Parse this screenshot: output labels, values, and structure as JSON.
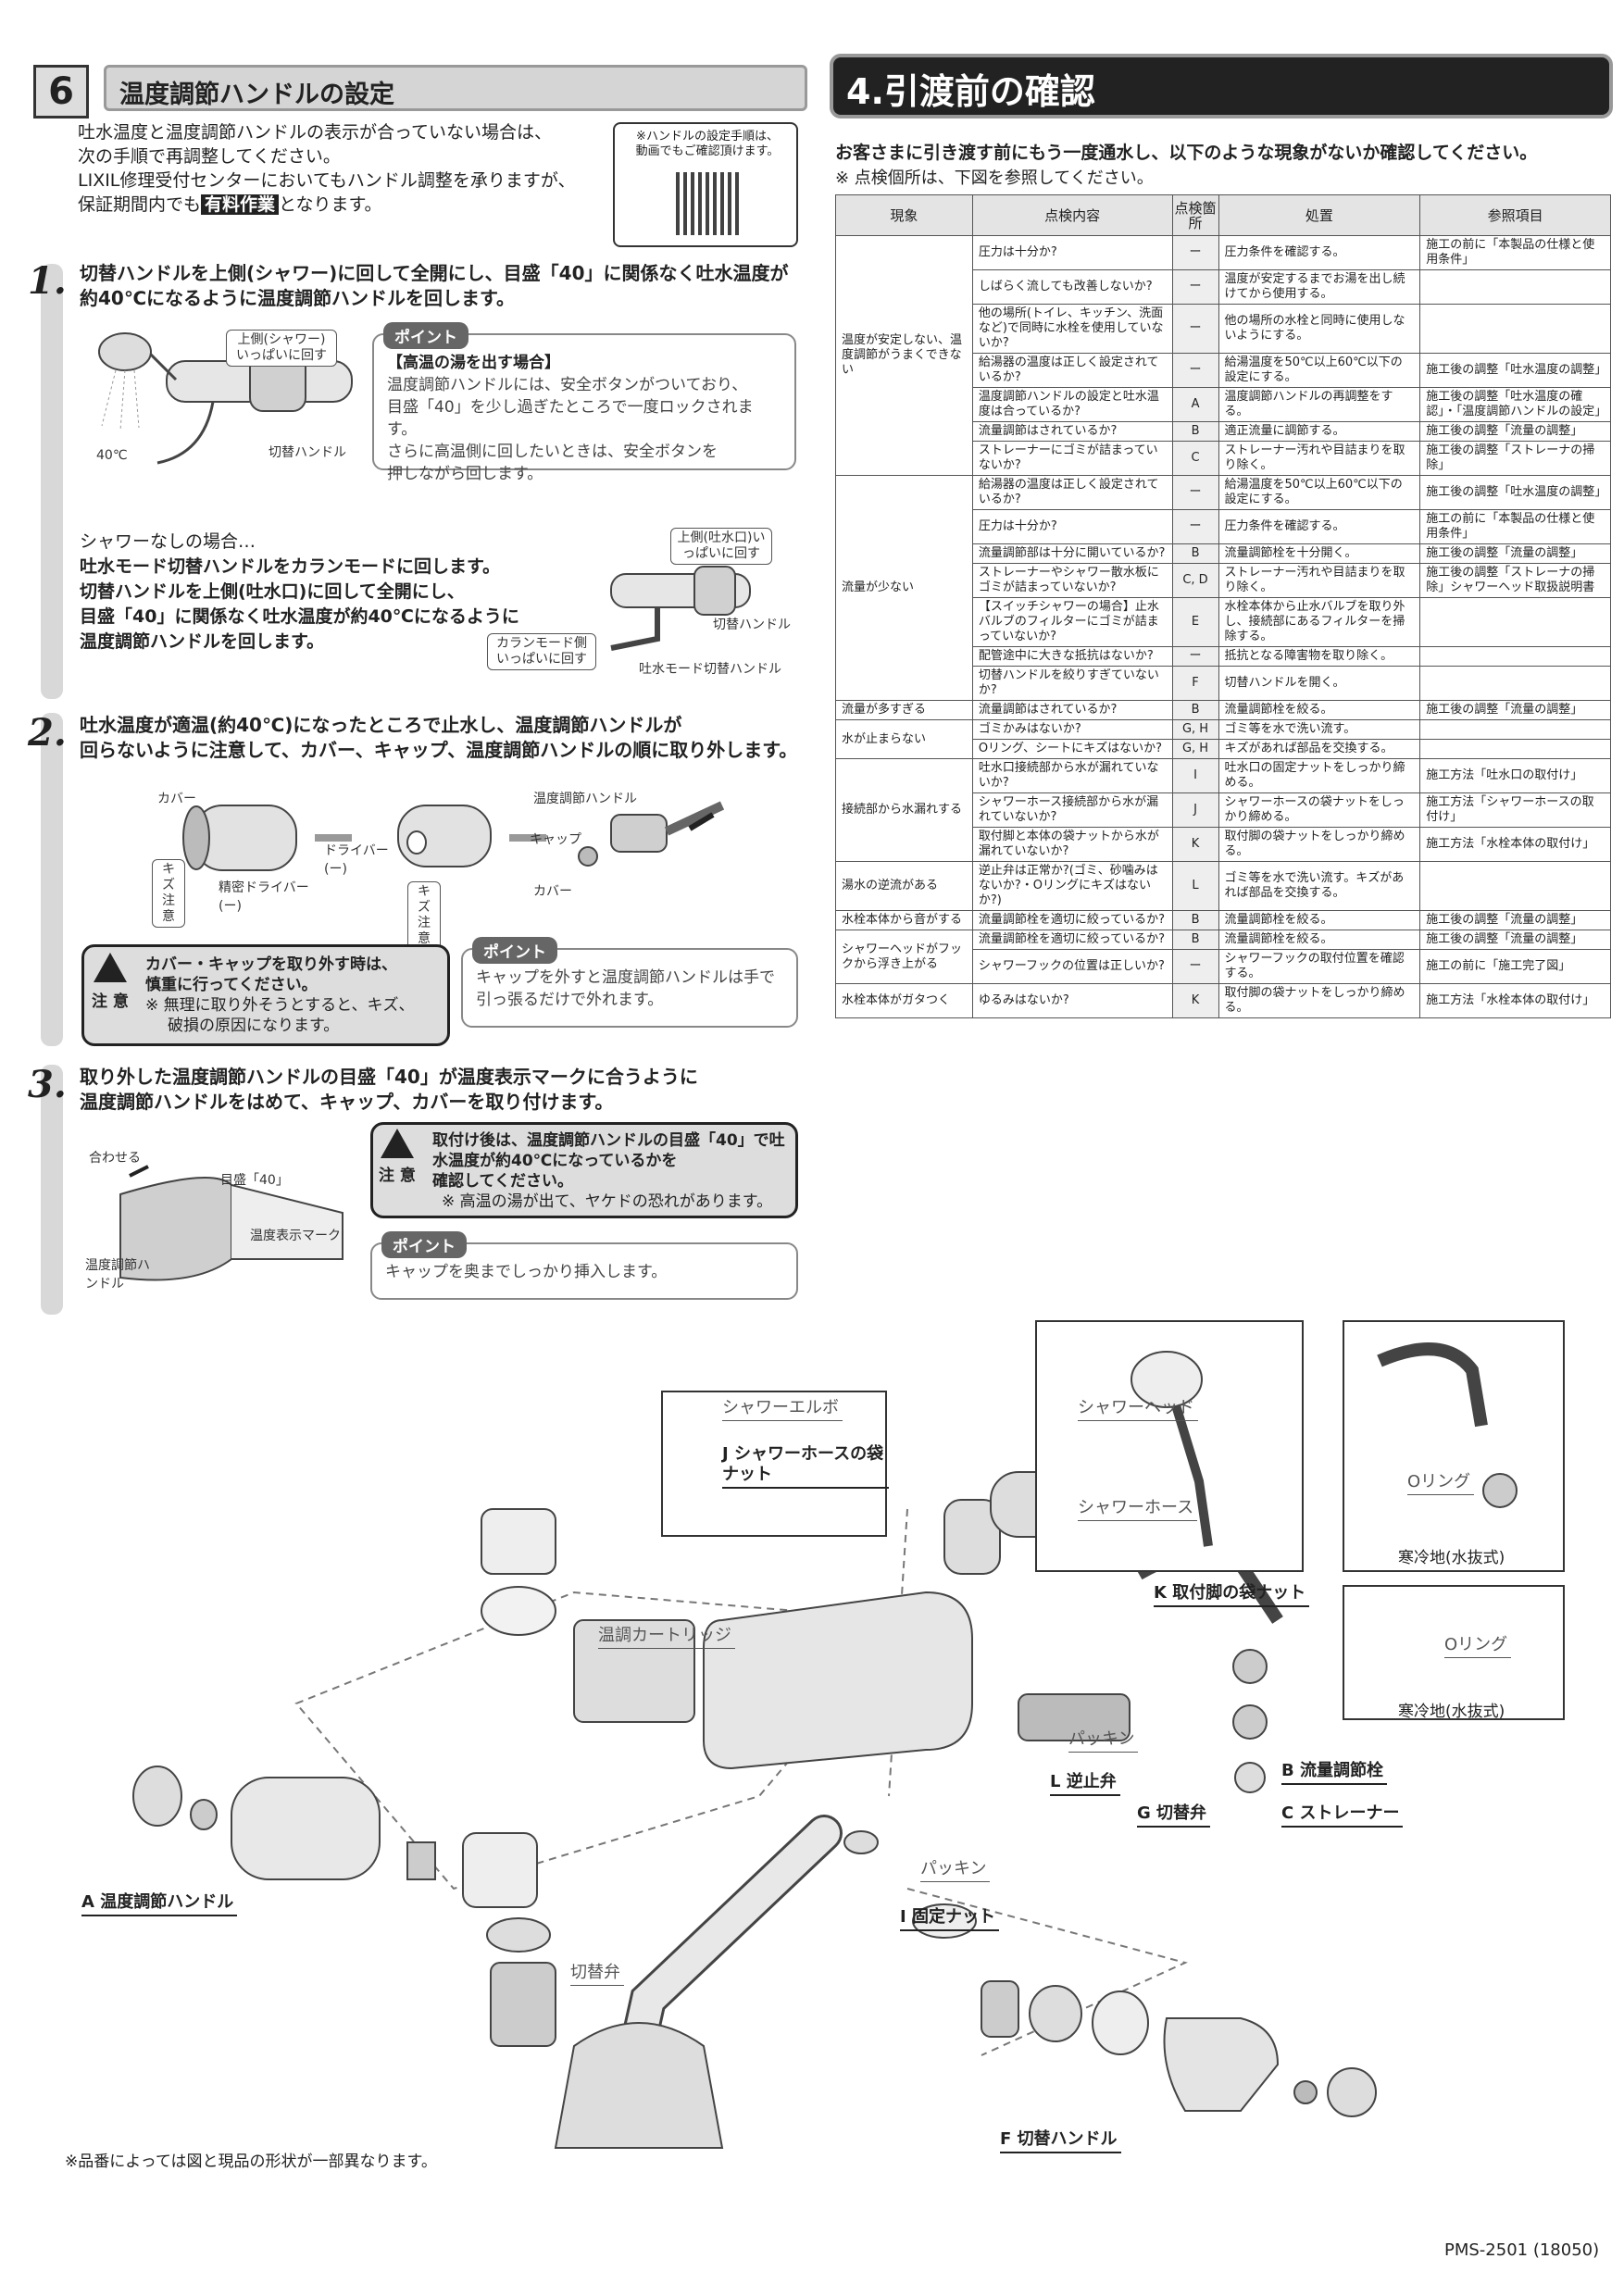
{
  "section6": {
    "number": "6",
    "title": "温度調節ハンドルの設定",
    "intro_1": "吐水温度と温度調節ハンドルの表示が合っていない場合は、",
    "intro_2": "次の手順で再調整してください。",
    "intro_3": "LIXIL修理受付センターにおいてもハンドル調整を承りますが、",
    "intro_4a": "保証期間内でも",
    "intro_4b": "有料作業",
    "intro_4c": "となります。",
    "qr_note_1": "※ハンドルの設定手順は、",
    "qr_note_2": "動画でもご確認頂けます。",
    "step1_num": "1.",
    "step1_line1": "切替ハンドルを上側(シャワー)に回して全開にし、目盛「40」に関係なく吐水温度が",
    "step1_line2": "約40℃になるように温度調節ハンドルを回します。",
    "step1_lbl_upper": "上側(シャワー)いっぱいに回す",
    "step1_lbl_switch": "切替ハンドル",
    "step1_lbl_40": "40℃",
    "point_label": "ポイント",
    "point1_title": "【高温の湯を出す場合】",
    "point1_l1": "温度調節ハンドルには、安全ボタンがついており、",
    "point1_l2": "目盛「40」を少し過ぎたところで一度ロックされます。",
    "point1_l3": "さらに高温側に回したいときは、安全ボタンを",
    "point1_l4": "押しながら回します。",
    "noshower_l1": "シャワーなしの場合…",
    "noshower_l2": "吐水モード切替ハンドルをカランモードに回します。",
    "noshower_l3": "切替ハンドルを上側(吐水口)に回して全開にし、",
    "noshower_l4": "目盛「40」に関係なく吐水温度が約40℃になるように",
    "noshower_l5": "温度調節ハンドルを回します。",
    "ns_lbl_upper": "上側(吐水口)いっぱいに回す",
    "ns_lbl_switch": "切替ハンドル",
    "ns_lbl_karan": "カランモード側いっぱいに回す",
    "ns_lbl_mode": "吐水モード切替ハンドル",
    "step2_num": "2.",
    "step2_line1": "吐水温度が適温(約40℃)になったところで止水し、温度調節ハンドルが",
    "step2_line2": "回らないように注意して、カバー、キャップ、温度調節ハンドルの順に取り外します。",
    "s2_cover": "カバー",
    "s2_kizu": "キズ注意",
    "s2_precise": "精密ドライバー(ー)",
    "s2_driver": "ドライバー(ー)",
    "s2_kizu2": "キズ注意",
    "s2_handle": "温度調節ハンドル",
    "s2_cap": "キャップ",
    "s2_cover2": "カバー",
    "caution_label": "注 意",
    "caution2_l1": "カバー・キャップを取り外す時は、",
    "caution2_l2": "慎重に行ってください。",
    "caution2_l3": "※ 無理に取り外そうとすると、キズ、",
    "caution2_l4": "破損の原因になります。",
    "point2_l1": "キャップを外すと温度調節ハンドルは手で",
    "point2_l2": "引っ張るだけで外れます。",
    "step3_num": "3.",
    "step3_line1": "取り外した温度調節ハンドルの目盛「40」が温度表示マークに合うように",
    "step3_line2": "温度調節ハンドルをはめて、キャップ、カバーを取り付けます。",
    "s3_align": "合わせる",
    "s3_scale": "目盛「40」",
    "s3_mark": "温度表示マーク",
    "s3_handle": "温度調節ハンドル",
    "caution3_l1": "取付け後は、温度調節ハンドルの目盛「40」で吐",
    "caution3_l2": "水温度が約40℃になっているかを",
    "caution3_l3": "確認してください。",
    "caution3_l4": "※ 高温の湯が出て、ヤケドの恐れがあります。",
    "point3_l1": "キャップを奥までしっかり挿入します。"
  },
  "section4": {
    "title": "4.引渡前の確認",
    "lead": "お客さまに引き渡す前にもう一度通水し、以下のような現象がないか確認してください。",
    "note": "※ 点検個所は、下図を参照してください。",
    "headers": [
      "現象",
      "点検内容",
      "点検箇所",
      "処置",
      "参照項目"
    ],
    "groups": [
      {
        "phenomenon": "温度が安定しない、温度調節がうまくできない",
        "rows": [
          {
            "check": "圧力は十分か?",
            "mark": "ー",
            "action": "圧力条件を確認する。",
            "ref": "施工の前に「本製品の仕様と使用条件」"
          },
          {
            "check": "しばらく流しても改善しないか?",
            "mark": "ー",
            "action": "温度が安定するまでお湯を出し続けてから使用する。",
            "ref": ""
          },
          {
            "check": "他の場所(トイレ、キッチン、洗面など)で同時に水栓を使用していないか?",
            "mark": "ー",
            "action": "他の場所の水栓と同時に使用しないようにする。",
            "ref": ""
          },
          {
            "check": "給湯器の温度は正しく設定されているか?",
            "mark": "ー",
            "action": "給湯温度を50℃以上60℃以下の設定にする。",
            "ref": "施工後の調整「吐水温度の調整」"
          },
          {
            "check": "温度調節ハンドルの設定と吐水温度は合っているか?",
            "mark": "A",
            "action": "温度調節ハンドルの再調整をする。",
            "ref": "施工後の調整「吐水温度の確認」・「温度調節ハンドルの設定」"
          },
          {
            "check": "流量調節はされているか?",
            "mark": "B",
            "action": "適正流量に調節する。",
            "ref": "施工後の調整「流量の調整」"
          },
          {
            "check": "ストレーナーにゴミが詰まっていないか?",
            "mark": "C",
            "action": "ストレーナー汚れや目詰まりを取り除く。",
            "ref": "施工後の調整「ストレーナの掃除」"
          }
        ]
      },
      {
        "phenomenon": "流量が少ない",
        "rows": [
          {
            "check": "給湯器の温度は正しく設定されているか?",
            "mark": "ー",
            "action": "給湯温度を50℃以上60℃以下の設定にする。",
            "ref": "施工後の調整「吐水温度の調整」"
          },
          {
            "check": "圧力は十分か?",
            "mark": "ー",
            "action": "圧力条件を確認する。",
            "ref": "施工の前に「本製品の仕様と使用条件」"
          },
          {
            "check": "流量調節部は十分に開いているか?",
            "mark": "B",
            "action": "流量調節栓を十分開く。",
            "ref": "施工後の調整「流量の調整」"
          },
          {
            "check": "ストレーナーやシャワー散水板にゴミが詰まっていないか?",
            "mark": "C, D",
            "action": "ストレーナー汚れや目詰まりを取り除く。",
            "ref": "施工後の調整「ストレーナの掃除」シャワーヘッド取扱説明書"
          },
          {
            "check": "【スイッチシャワーの場合】止水バルブのフィルターにゴミが詰まっていないか?",
            "mark": "E",
            "action": "水栓本体から止水バルブを取り外し、接続部にあるフィルターを掃除する。",
            "ref": ""
          },
          {
            "check": "配管途中に大きな抵抗はないか?",
            "mark": "ー",
            "action": "抵抗となる障害物を取り除く。",
            "ref": ""
          },
          {
            "check": "切替ハンドルを絞りすぎていないか?",
            "mark": "F",
            "action": "切替ハンドルを開く。",
            "ref": ""
          }
        ]
      },
      {
        "phenomenon": "流量が多すぎる",
        "rows": [
          {
            "check": "流量調節はされているか?",
            "mark": "B",
            "action": "流量調節栓を絞る。",
            "ref": "施工後の調整「流量の調整」"
          }
        ]
      },
      {
        "phenomenon": "水が止まらない",
        "rows": [
          {
            "check": "ゴミかみはないか?",
            "mark": "G, H",
            "action": "ゴミ等を水で洗い流す。",
            "ref": ""
          },
          {
            "check": "Oリング、シートにキズはないか?",
            "mark": "G, H",
            "action": "キズがあれば部品を交換する。",
            "ref": ""
          }
        ]
      },
      {
        "phenomenon": "接続部から水漏れする",
        "rows": [
          {
            "check": "吐水口接続部から水が漏れていないか?",
            "mark": "I",
            "action": "吐水口の固定ナットをしっかり締める。",
            "ref": "施工方法「吐水口の取付け」"
          },
          {
            "check": "シャワーホース接続部から水が漏れていないか?",
            "mark": "J",
            "action": "シャワーホースの袋ナットをしっかり締める。",
            "ref": "施工方法「シャワーホースの取付け」"
          },
          {
            "check": "取付脚と本体の袋ナットから水が漏れていないか?",
            "mark": "K",
            "action": "取付脚の袋ナットをしっかり締める。",
            "ref": "施工方法「水栓本体の取付け」"
          }
        ]
      },
      {
        "phenomenon": "湯水の逆流がある",
        "rows": [
          {
            "check": "逆止弁は正常か?(ゴミ、砂噛みはないか?・Oリングにキズはないか?)",
            "mark": "L",
            "action": "ゴミ等を水で洗い流す。キズがあれば部品を交換する。",
            "ref": ""
          }
        ]
      },
      {
        "phenomenon": "水栓本体から音がする",
        "rows": [
          {
            "check": "流量調節栓を適切に絞っているか?",
            "mark": "B",
            "action": "流量調節栓を絞る。",
            "ref": "施工後の調整「流量の調整」"
          }
        ]
      },
      {
        "phenomenon": "シャワーヘッドがフックから浮き上がる",
        "rows": [
          {
            "check": "流量調節栓を適切に絞っているか?",
            "mark": "B",
            "action": "流量調節栓を絞る。",
            "ref": "施工後の調整「流量の調整」"
          },
          {
            "check": "シャワーフックの位置は正しいか?",
            "mark": "ー",
            "action": "シャワーフックの取付位置を確認する。",
            "ref": "施工の前に「施工完了図」"
          }
        ]
      },
      {
        "phenomenon": "水栓本体がガタつく",
        "rows": [
          {
            "check": "ゆるみはないか?",
            "mark": "K",
            "action": "取付脚の袋ナットをしっかり締める。",
            "ref": "施工方法「水栓本体の取付け」"
          }
        ]
      }
    ]
  },
  "diagram": {
    "shower_elbow": "シャワーエルボ",
    "j_label": "J シャワーホースの袋ナット",
    "shower_head": "シャワーヘッド",
    "shower_hose": "シャワーホース",
    "oring_1": "Oリング",
    "cold_1": "寒冷地(水抜式)",
    "oring_2": "Oリング",
    "cold_2": "寒冷地(水抜式)",
    "k_label": "K 取付脚の袋ナット",
    "cartridge": "温調カートリッジ",
    "packing_1": "パッキン",
    "l_label": "L 逆止弁",
    "b_label": "B 流量調節栓",
    "c_label": "C ストレーナー",
    "g_label": "G 切替弁",
    "packing_2": "パッキン",
    "i_label": "I 固定ナット",
    "a_label": "A 温度調節ハンドル",
    "kirikae_ben": "切替弁",
    "f_label": "F 切替ハンドル"
  },
  "footer": {
    "note": "※品番によっては図と現品の形状が一部異なります。",
    "code": "PMS-2501 (18050)"
  }
}
